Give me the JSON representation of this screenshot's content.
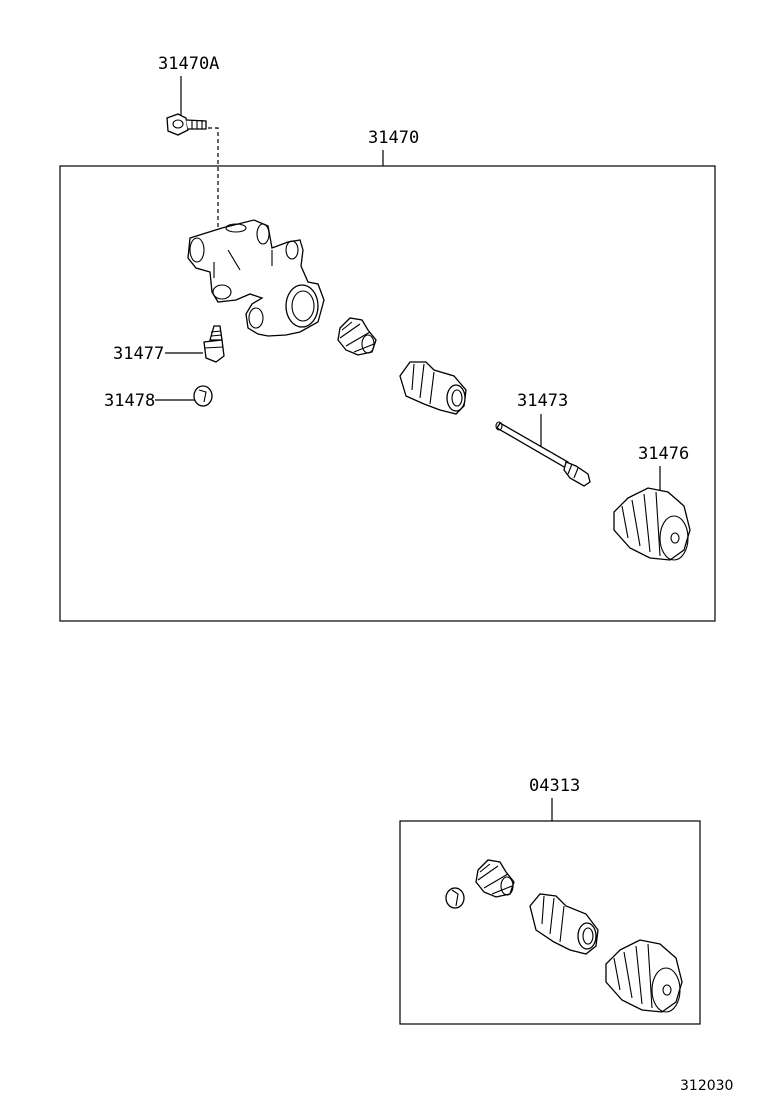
{
  "labels": {
    "bleeder_bolt": "31470A",
    "master_assy": "31470",
    "bleeder_plug": "31477",
    "cap": "31478",
    "push_rod": "31473",
    "boot": "31476",
    "kit": "04313"
  },
  "figure_ref": "312030"
}
